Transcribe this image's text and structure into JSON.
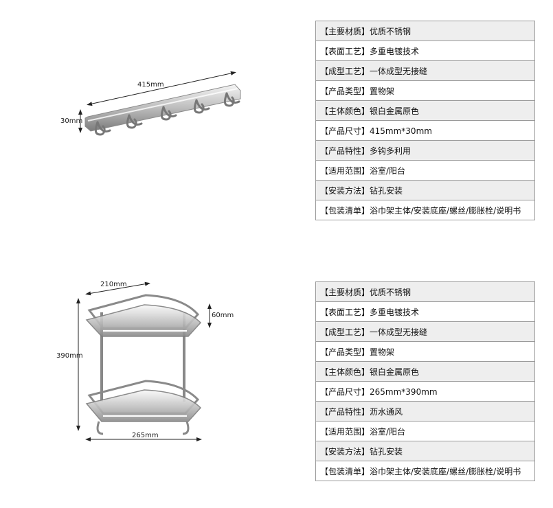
{
  "products": [
    {
      "dimensions": {
        "width": "415mm",
        "height": "30mm"
      },
      "specs": [
        {
          "key": "【主要材质】",
          "value": "优质不锈钢"
        },
        {
          "key": "【表面工艺】",
          "value": "多重电镀技术"
        },
        {
          "key": "【成型工艺】",
          "value": "一体成型无接缝"
        },
        {
          "key": "【产品类型】",
          "value": "置物架"
        },
        {
          "key": "【主体颜色】",
          "value": "银白金属原色"
        },
        {
          "key": "【产品尺寸】",
          "value": "415mm*30mm"
        },
        {
          "key": "【产品特性】",
          "value": "多钩多利用"
        },
        {
          "key": "【适用范围】",
          "value": "浴室/阳台"
        },
        {
          "key": "【安装方法】",
          "value": "钻孔安装"
        },
        {
          "key": "【包装清单】",
          "value": "浴巾架主体/安装底座/螺丝/膨胀栓/说明书"
        }
      ]
    },
    {
      "dimensions": {
        "top_width": "210mm",
        "shelf_gap": "60mm",
        "height": "390mm",
        "width": "265mm"
      },
      "specs": [
        {
          "key": "【主要材质】",
          "value": "优质不锈钢"
        },
        {
          "key": "【表面工艺】",
          "value": "多重电镀技术"
        },
        {
          "key": "【成型工艺】",
          "value": "一体成型无接缝"
        },
        {
          "key": "【产品类型】",
          "value": "置物架"
        },
        {
          "key": "【主体颜色】",
          "value": "银白金属原色"
        },
        {
          "key": "【产品尺寸】",
          "value": "265mm*390mm"
        },
        {
          "key": "【产品特性】",
          "value": "沥水通风"
        },
        {
          "key": "【适用范围】",
          "value": "浴室/阳台"
        },
        {
          "key": "【安装方法】",
          "value": "钻孔安装"
        },
        {
          "key": "【包装清单】",
          "value": "浴巾架主体/安装底座/螺丝/膨胀栓/说明书"
        }
      ]
    }
  ]
}
